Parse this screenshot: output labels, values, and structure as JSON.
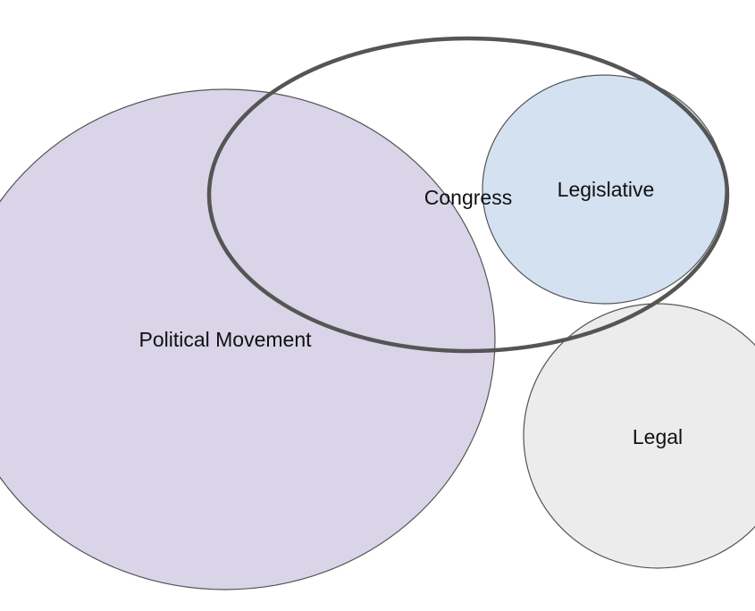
{
  "diagram": {
    "sets": {
      "political_movement": {
        "label": "Political Movement",
        "fill": "#d9d4e8",
        "stroke": "#555555"
      },
      "legislative": {
        "label": "Legislative",
        "fill": "#d4e1f1",
        "stroke": "#555555"
      },
      "legal": {
        "label": "Legal",
        "fill": "#ececec",
        "stroke": "#555555"
      },
      "congress": {
        "label": "Congress",
        "fill": "none",
        "stroke": "#555555"
      }
    }
  }
}
